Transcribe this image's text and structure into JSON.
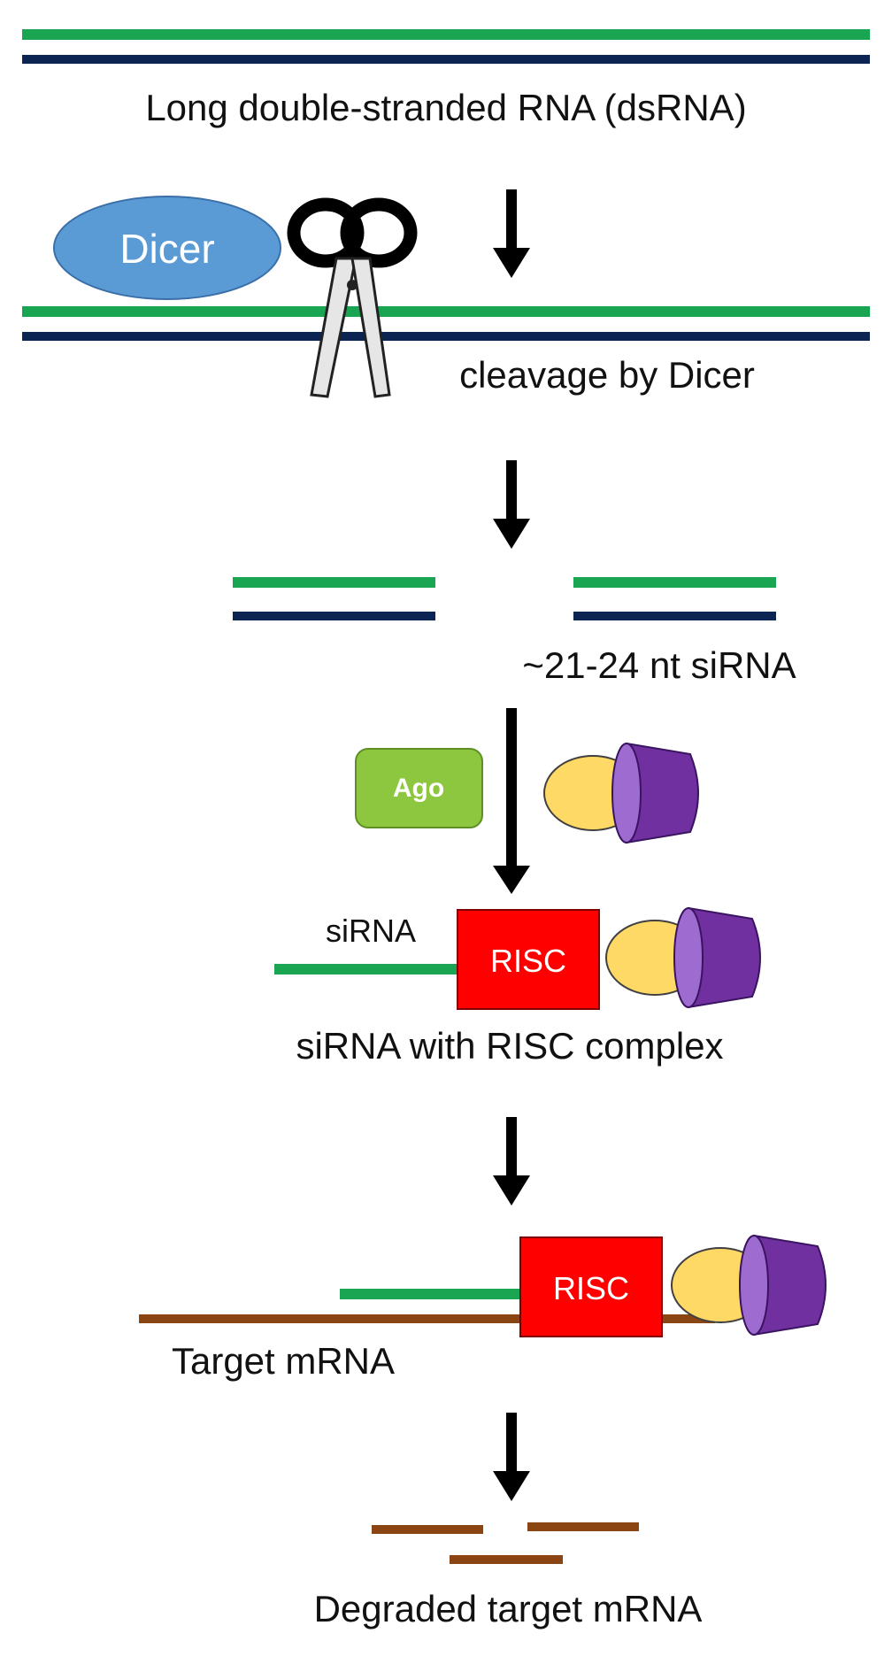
{
  "labels": {
    "long_dsrna": "Long double-stranded RNA (dsRNA)",
    "dicer": "Dicer",
    "cleavage": "cleavage by Dicer",
    "sirna_length": "~21-24 nt siRNA",
    "ago": "Ago",
    "sirna": "siRNA",
    "risc": "RISC",
    "sirna_risc_complex": "siRNA with  RISC complex",
    "target_mrna": "Target mRNA",
    "degraded_mrna": "Degraded target mRNA"
  },
  "icons": {
    "scissors": "scissors-icon",
    "arrow": "down-arrow-icon",
    "protein_complex": "cylinder-protein-icon"
  },
  "colors": {
    "sense_strand": "#1aa552",
    "antisense_strand": "#0b2452",
    "mrna": "#8b4513",
    "dicer": "#5b9bd5",
    "ago": "#8dc63f",
    "risc": "#ff0000",
    "cylinder": "#7030a0",
    "cylinder_cap": "#ffd966"
  }
}
